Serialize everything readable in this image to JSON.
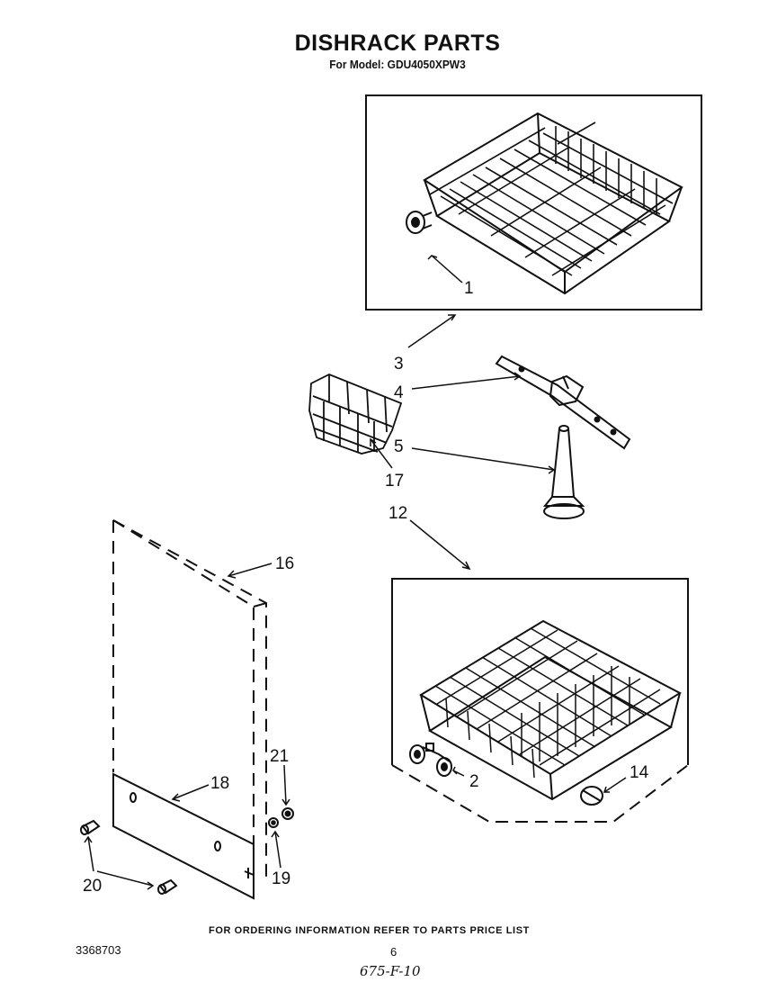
{
  "header": {
    "title": "DISHRACK PARTS",
    "subtitle": "For Model: GDU4050XPW3"
  },
  "callouts": {
    "c1": "1",
    "c2": "2",
    "c3": "3",
    "c4": "4",
    "c5": "5",
    "c12": "12",
    "c14": "14",
    "c16": "16",
    "c17": "17",
    "c18": "18",
    "c19": "19",
    "c20": "20",
    "c21": "21"
  },
  "footer": {
    "ordering_note": "FOR ORDERING INFORMATION REFER TO PARTS PRICE LIST",
    "document_number": "3368703",
    "page_number": "6",
    "handwritten_note": "675-F-10"
  }
}
